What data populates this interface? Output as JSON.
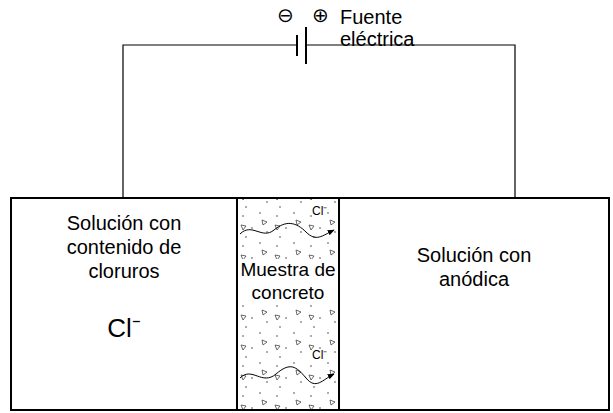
{
  "diagram": {
    "nodes": [
      {
        "text": [
          "Solución con contenido de cloruros",
          "Cl⁻"
        ]
      },
      {
        "text": [
          "Muestra de concreto"
        ]
      },
      {
        "text": [
          "Solución con anódica"
        ]
      }
    ],
    "labels": [
      "Fuente eléctrica",
      "⊖",
      "⊕",
      "Cl⁻",
      "Cl⁻"
    ]
  }
}
